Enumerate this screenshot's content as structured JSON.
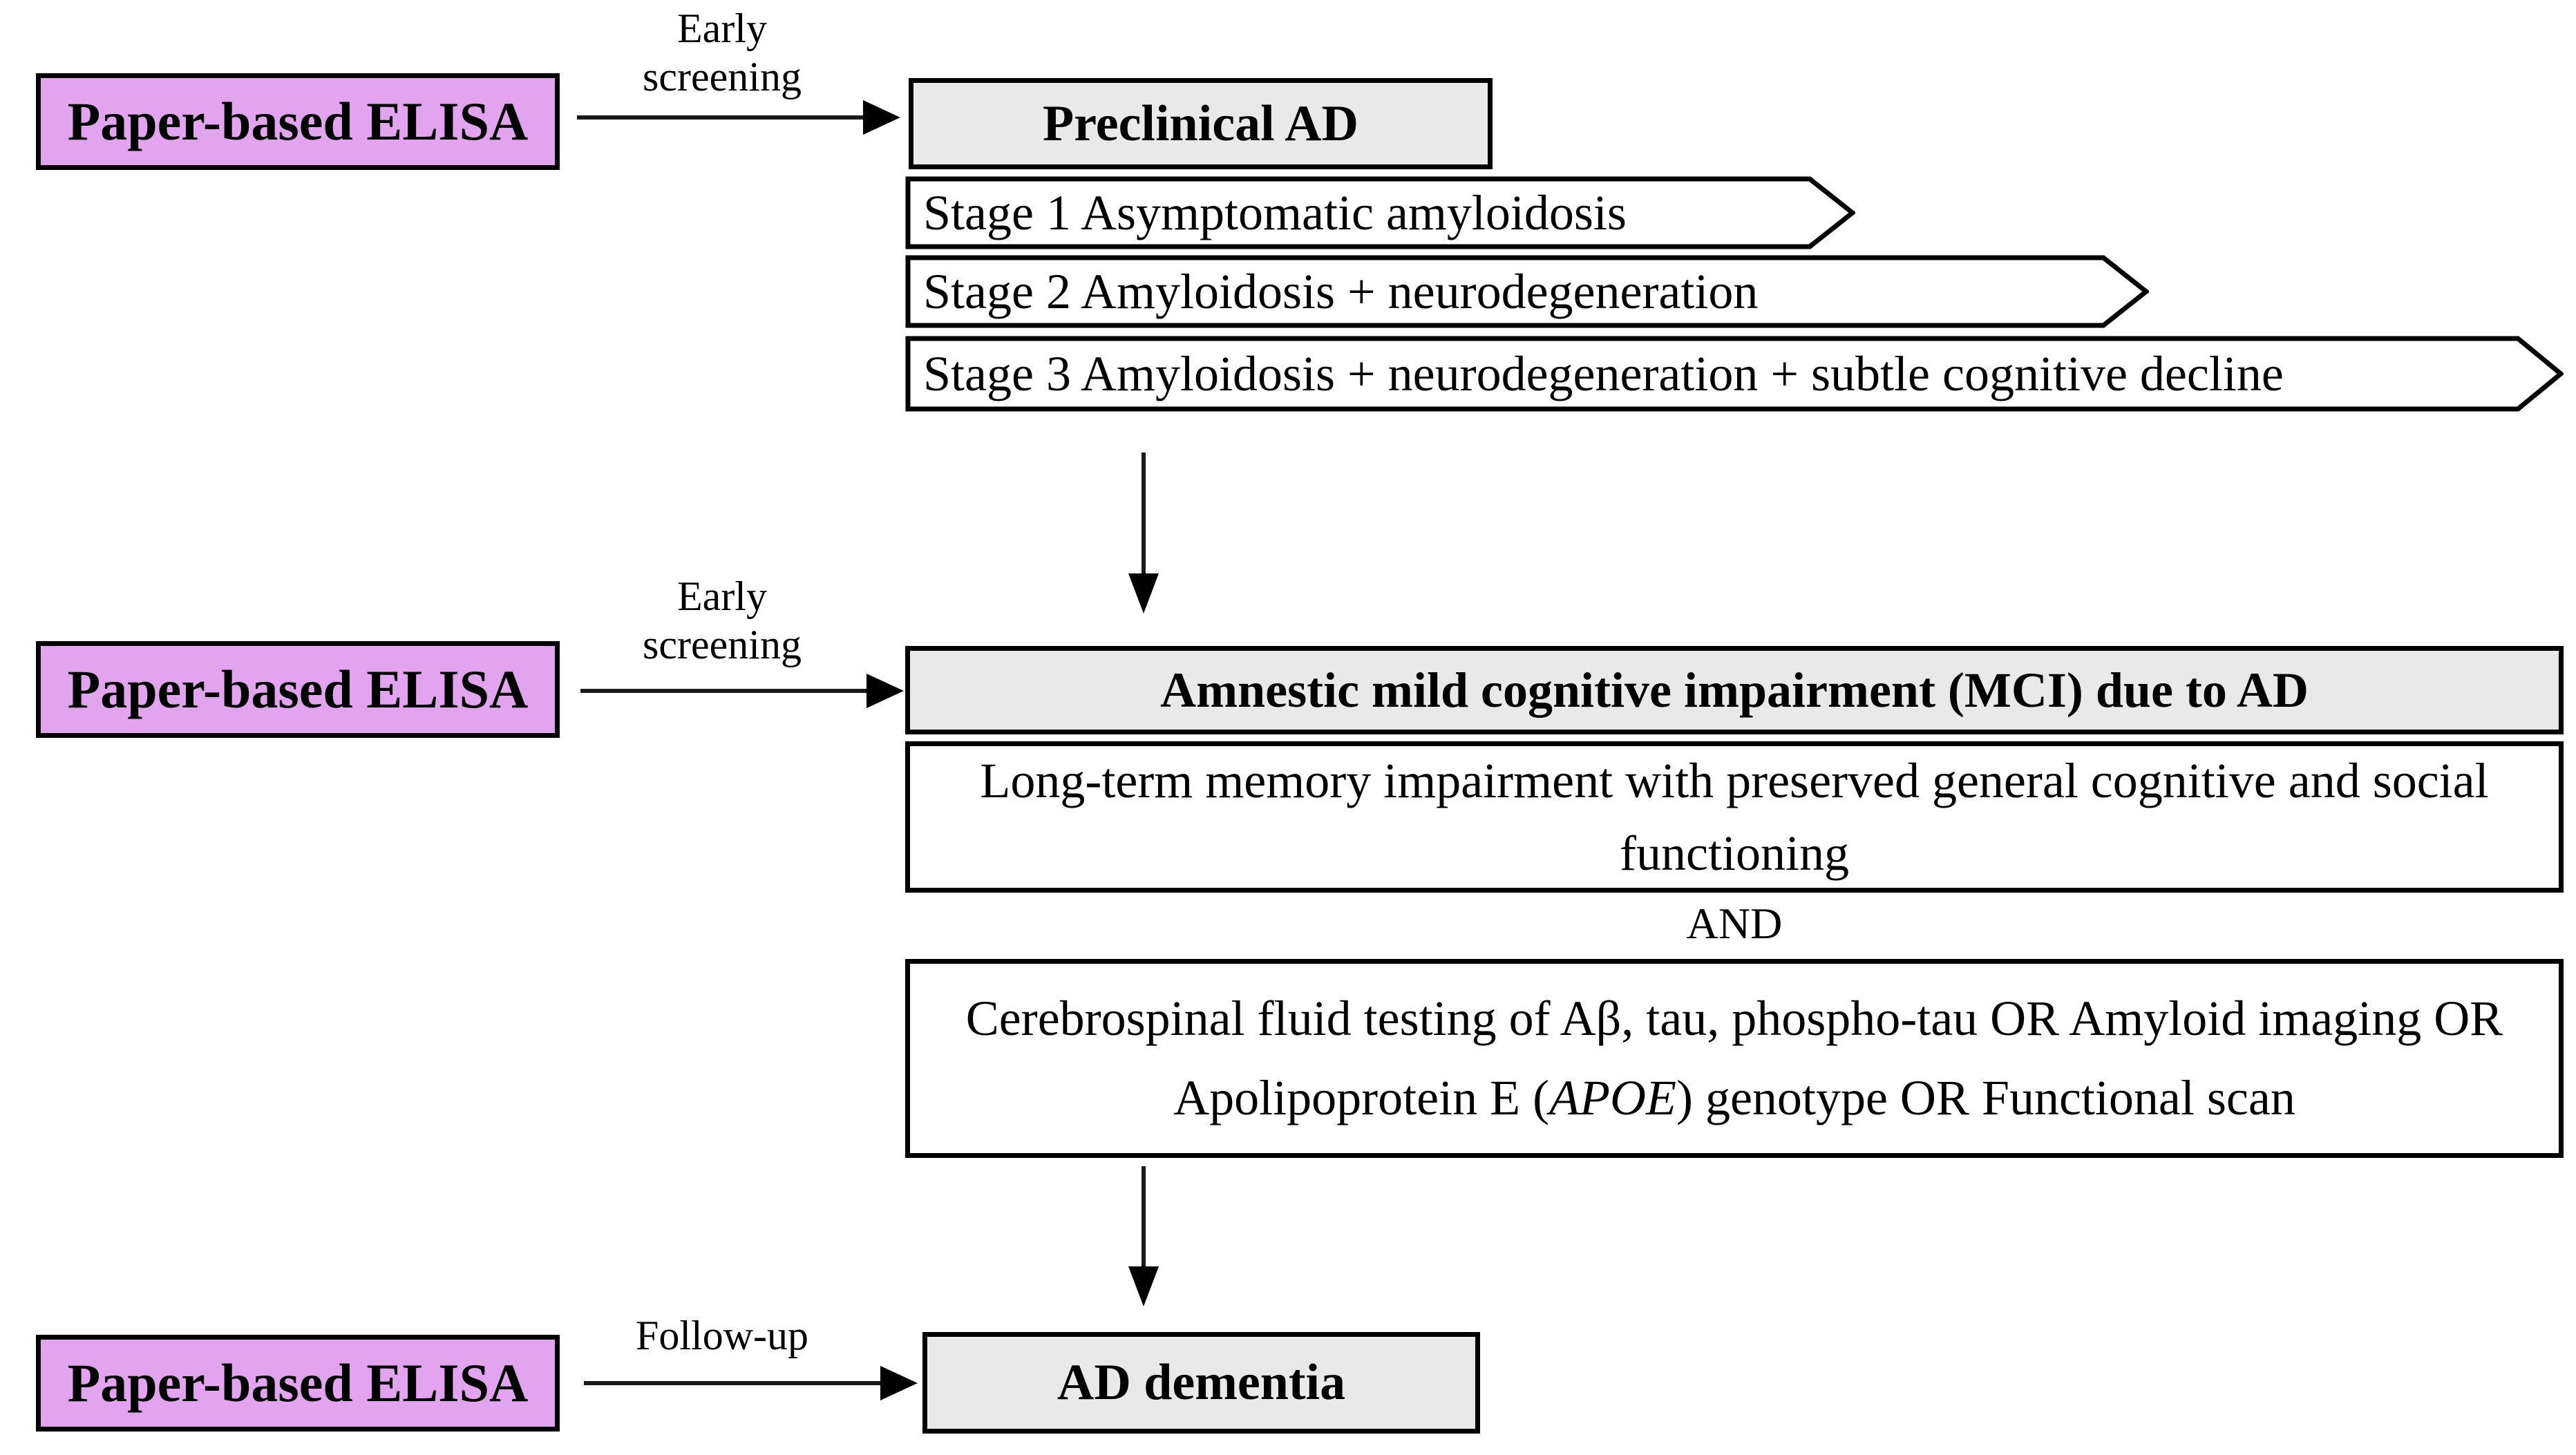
{
  "colors": {
    "background": "#FFFFFF",
    "elisa_fill": "#E2A4EF",
    "header_fill": "#E9E9E9",
    "box_border": "#000000",
    "arrow_color": "#1A1A1A"
  },
  "elisa_boxes": [
    {
      "label": "Paper-based ELISA"
    },
    {
      "label": "Paper-based ELISA"
    },
    {
      "label": "Paper-based ELISA"
    }
  ],
  "connectors": [
    {
      "label": "Early screening"
    },
    {
      "label": "Early screening"
    },
    {
      "label": "Follow-up"
    }
  ],
  "preclinical": {
    "title": "Preclinical AD",
    "stages": [
      {
        "label": "Stage 1 Asymptomatic amyloidosis"
      },
      {
        "label": "Stage 2 Amyloidosis + neurodegeneration"
      },
      {
        "label": "Stage 3 Amyloidosis + neurodegeneration + subtle cognitive decline"
      }
    ]
  },
  "mci": {
    "title": "Amnestic mild cognitive impairment (MCI) due to AD",
    "criterion1": "Long-term memory impairment with preserved general cognitive and social functioning",
    "conjunction": "AND",
    "criterion2": {
      "pre": "Cerebrospinal fluid testing of Aβ, tau, phospho-tau OR Amyloid imaging OR Apolipoprotein E (",
      "italic": "APOE",
      "post": ") genotype OR Functional scan"
    }
  },
  "ad_dementia": {
    "title": "AD dementia"
  }
}
